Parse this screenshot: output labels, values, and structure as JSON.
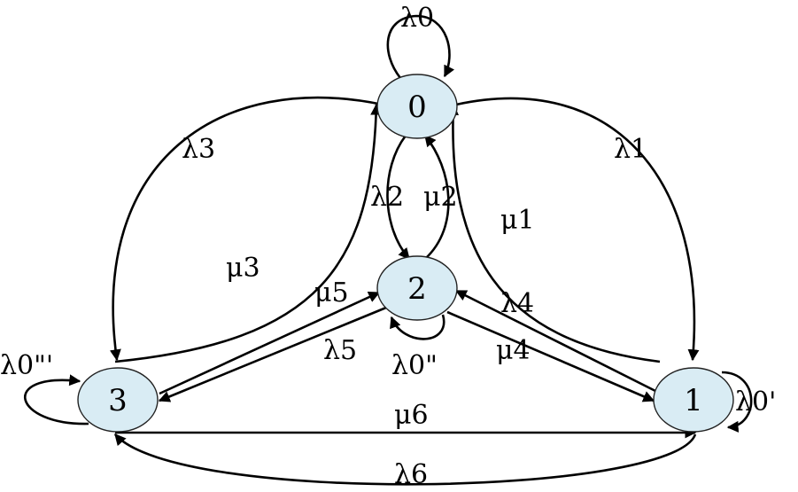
{
  "diagram": {
    "nodes": [
      {
        "id": "0",
        "label": "0"
      },
      {
        "id": "2",
        "label": "2"
      },
      {
        "id": "3",
        "label": "3"
      },
      {
        "id": "1",
        "label": "1"
      }
    ],
    "edges": [
      {
        "from": "0",
        "to": "0",
        "label": "λ0"
      },
      {
        "from": "0",
        "to": "3",
        "label": "λ3"
      },
      {
        "from": "0",
        "to": "1",
        "label": "λ1"
      },
      {
        "from": "0",
        "to": "2",
        "label": "λ2"
      },
      {
        "from": "2",
        "to": "0",
        "label": "μ2"
      },
      {
        "from": "1",
        "to": "0",
        "label": "μ1"
      },
      {
        "from": "3",
        "to": "0",
        "label": "μ3"
      },
      {
        "from": "3",
        "to": "2",
        "label": "μ5"
      },
      {
        "from": "2",
        "to": "3",
        "label": "λ5"
      },
      {
        "from": "1",
        "to": "2",
        "label": "λ4"
      },
      {
        "from": "2",
        "to": "1",
        "label": "μ4"
      },
      {
        "from": "2",
        "to": "2",
        "label": "λ0\""
      },
      {
        "from": "3",
        "to": "3",
        "label": "λ0\"'"
      },
      {
        "from": "1",
        "to": "1",
        "label": "λ0'"
      },
      {
        "from": "3",
        "to": "1",
        "label": "μ6"
      },
      {
        "from": "1",
        "to": "3",
        "label": "λ6"
      }
    ]
  }
}
